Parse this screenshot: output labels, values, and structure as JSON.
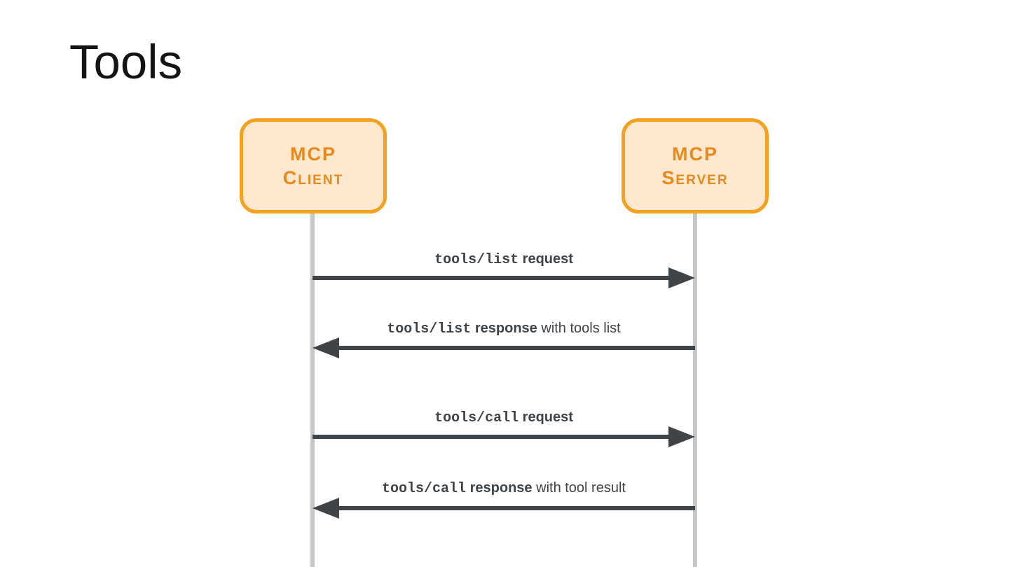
{
  "title": "Tools",
  "colors": {
    "accent": "#F4A11F",
    "box-fill": "#FBE8CE",
    "box-text": "#E7891B",
    "arrow": "#3F4448",
    "lifeline": "#C7C7CB",
    "title-color": "#141414"
  },
  "actors": [
    {
      "id": "mcp-client",
      "line1": "MCP",
      "line2": "Client"
    },
    {
      "id": "mcp-server",
      "line1": "MCP",
      "line2": "Server"
    }
  ],
  "messages": [
    {
      "mono": "tools/list",
      "bold": "request",
      "rest": "",
      "direction": "right",
      "from": "MCP Client",
      "to": "MCP Server"
    },
    {
      "mono": "tools/list",
      "bold": "response",
      "rest": " with tools list",
      "direction": "left",
      "from": "MCP Server",
      "to": "MCP Client"
    },
    {
      "mono": "tools/call",
      "bold": "request",
      "rest": "",
      "direction": "right",
      "from": "MCP Client",
      "to": "MCP Server"
    },
    {
      "mono": "tools/call",
      "bold": "response",
      "rest": " with tool result",
      "direction": "left",
      "from": "MCP Server",
      "to": "MCP Client"
    }
  ]
}
